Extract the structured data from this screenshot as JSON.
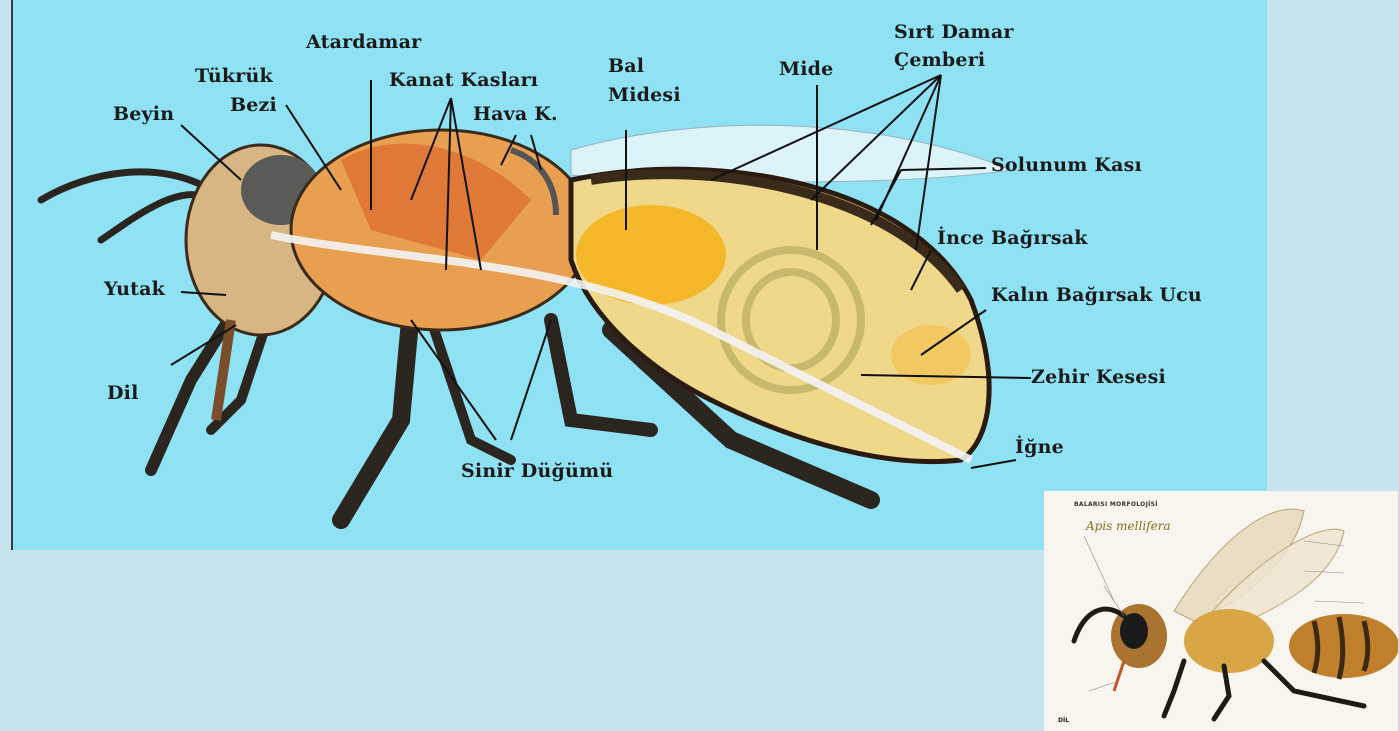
{
  "diagram": {
    "labels": {
      "atardamar": "Atardamar",
      "tukruk_bezi_line1": "Tükrük",
      "tukruk_bezi_line2": "Bezi",
      "beyin": "Beyin",
      "kanat_kaslari": "Kanat Kasları",
      "hava_k": "Hava K.",
      "bal_midesi_line1": "Bal",
      "bal_midesi_line2": "Midesi",
      "mide": "Mide",
      "sirt_damar_line1": "Sırt Damar",
      "sirt_damar_line2": "Çemberi",
      "solunum_kasi": "Solunum Kası",
      "ince_bagirsak": "İnce Bağırsak",
      "kalin_bagirsak_ucu": "Kalın Bağırsak Ucu",
      "zehir_kesesi": "Zehir Kesesi",
      "igne": "İğne",
      "yutak": "Yutak",
      "dil": "Dil",
      "sinir_dugumu": "Sinir Düğümü"
    },
    "colors": {
      "background": "#8fe2f4",
      "page": "#c6e4ef",
      "body_orange": "#e38a3a",
      "honey_yellow": "#f5c63a",
      "leg_dark": "#2a2a2a"
    }
  },
  "inset": {
    "title": "BALARISI MORFOLOJİSİ",
    "scientific_name": "Apis mellifera",
    "dil_label": "DİL"
  }
}
